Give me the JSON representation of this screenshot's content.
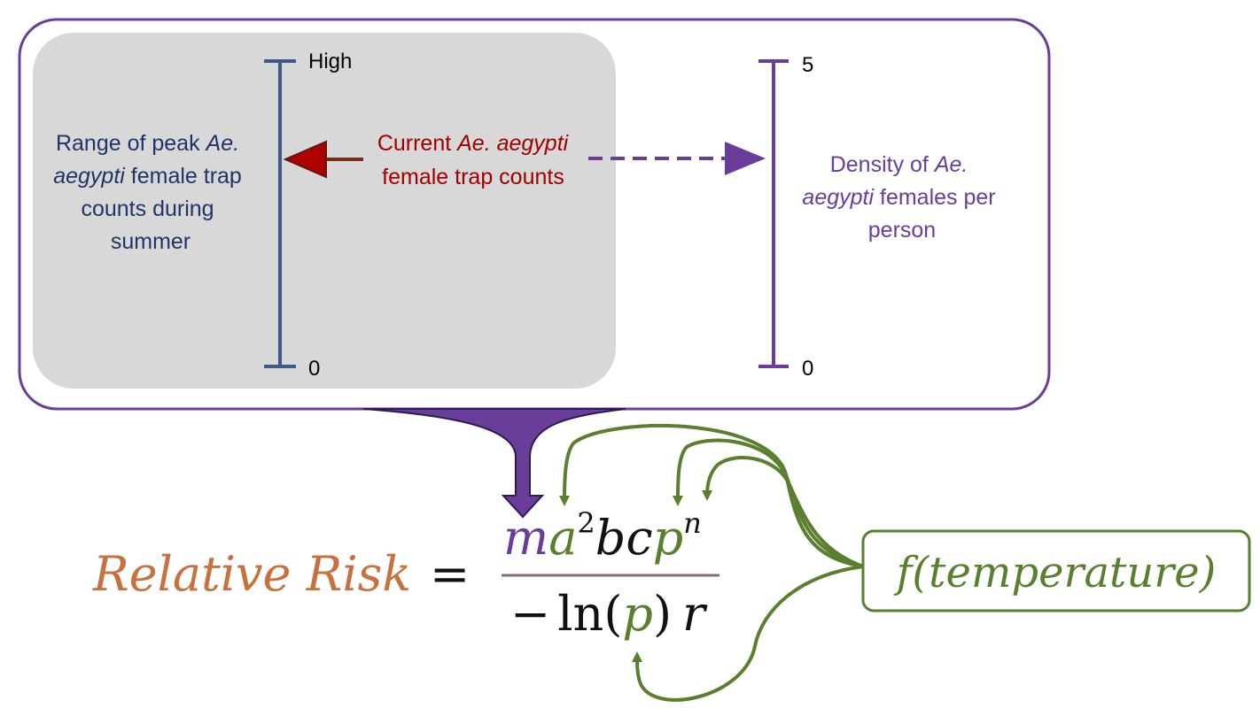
{
  "colors": {
    "panel_border": "#6a3d9a",
    "panel_fill_gray": "#d8d8d8",
    "blue_scale": "#3e5a8c",
    "purple": "#6a3d9a",
    "dark_red": "#a00000",
    "orange": "#c8703e",
    "green": "#5a7f2f",
    "black": "#111111",
    "divider": "#8a6e6e"
  },
  "left_scale": {
    "top_label": "High",
    "bottom_label": "0",
    "description_lines": [
      {
        "pre": "Range of peak ",
        "ital": "Ae.",
        "post": ""
      },
      {
        "pre": "",
        "ital": "aegypti",
        "post": " female trap"
      },
      {
        "pre": "counts during",
        "ital": "",
        "post": ""
      },
      {
        "pre": "summer",
        "ital": "",
        "post": ""
      }
    ]
  },
  "current_counts": {
    "lines": [
      {
        "pre": "Current ",
        "ital": "Ae. aegypti",
        "post": ""
      },
      {
        "pre": "female trap counts",
        "ital": "",
        "post": ""
      }
    ]
  },
  "right_scale": {
    "top_label": "5",
    "bottom_label": "0",
    "description_lines": [
      {
        "pre": "Density of ",
        "ital": "Ae.",
        "post": ""
      },
      {
        "pre": "",
        "ital": "aegypti",
        "post": " females per"
      },
      {
        "pre": "person",
        "ital": "",
        "post": ""
      }
    ]
  },
  "equation": {
    "lhs": "Relative Risk",
    "equals": "=",
    "numerator": {
      "m": "m",
      "a": "a",
      "a_exp": "2",
      "b": "b",
      "c": "c",
      "p": "p",
      "p_exp": "n"
    },
    "denominator": {
      "minus": "−",
      "ln": "ln",
      "open": "(",
      "p": "p",
      "close": ")",
      "r": "r"
    }
  },
  "temperature_box": {
    "label": "f(temperature)"
  }
}
